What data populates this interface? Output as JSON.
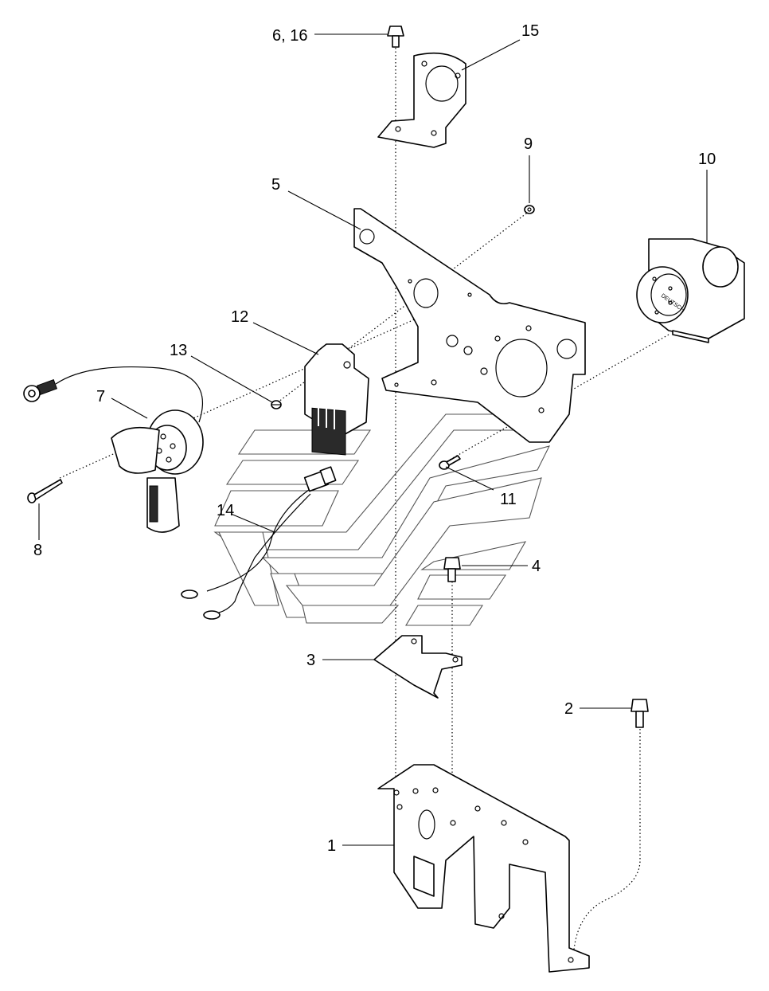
{
  "diagram": {
    "callouts": {
      "c1": "1",
      "c2": "2",
      "c3": "3",
      "c4": "4",
      "c5": "5",
      "c6_16": "6, 16",
      "c7": "7",
      "c8": "8",
      "c9": "9",
      "c10": "10",
      "c11": "11",
      "c12": "12",
      "c13": "13",
      "c14": "14",
      "c15": "15"
    },
    "connector_brand_text": "DEUTSCH"
  }
}
